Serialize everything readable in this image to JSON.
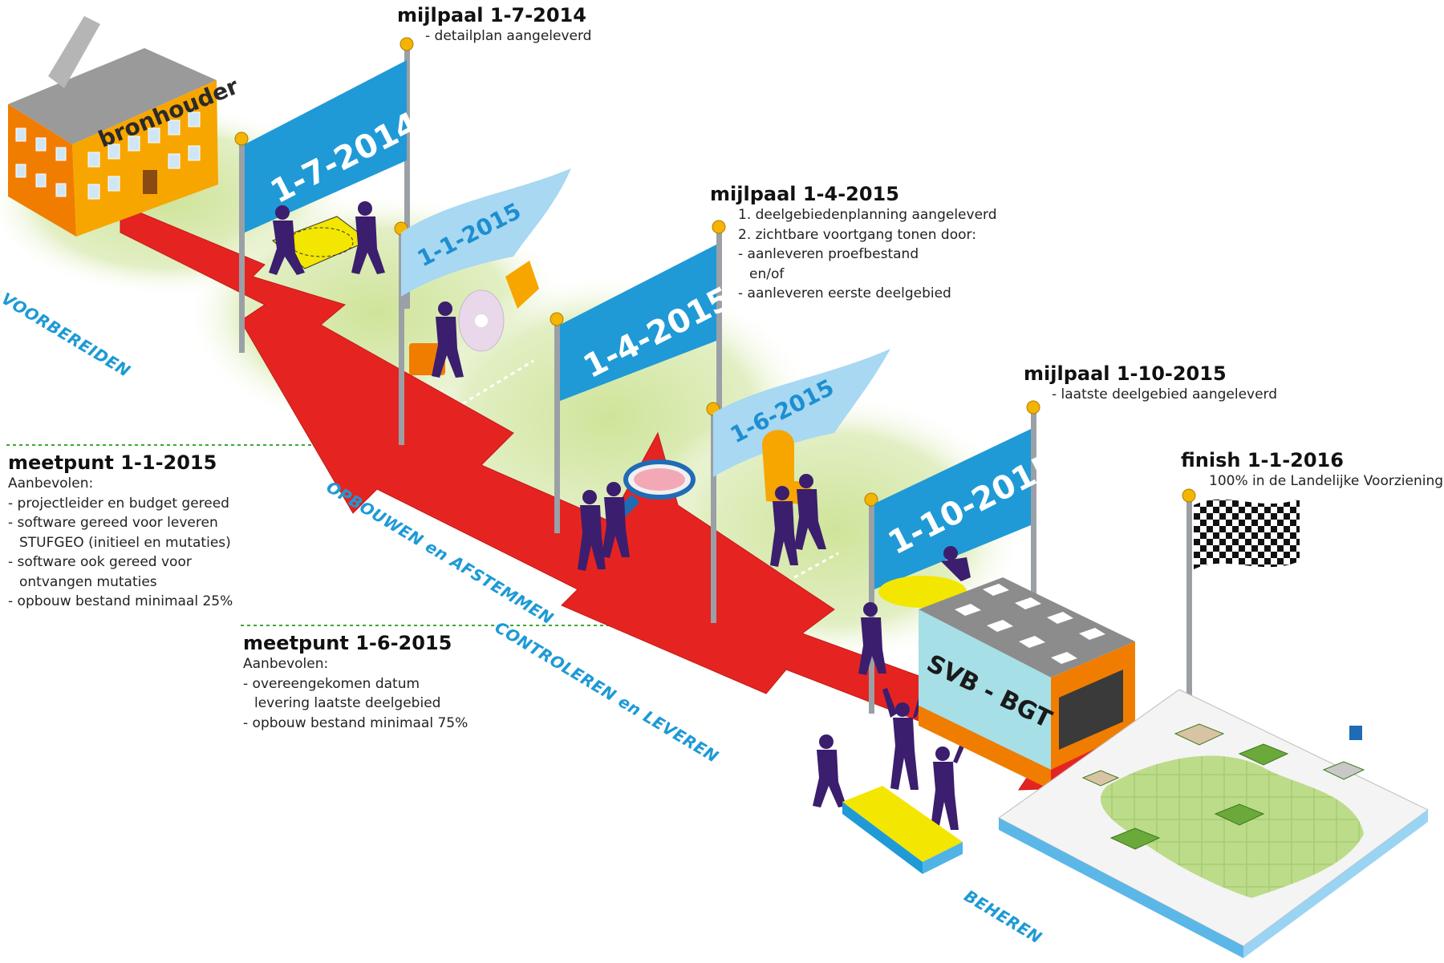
{
  "building": {
    "label": "bronhouder"
  },
  "svb": {
    "label": "SVB - BGT"
  },
  "flags": [
    {
      "label": "1-7-2014"
    },
    {
      "label": "1-1-2015"
    },
    {
      "label": "1-4-2015"
    },
    {
      "label": "1-6-2015"
    },
    {
      "label": "1-10-2015"
    }
  ],
  "phases": {
    "voorbereiden": "VOORBEREIDEN",
    "opbouwen": "OPBOUWEN en AFSTEMMEN",
    "controleren": "CONTROLEREN en LEVEREN",
    "beheren": "BEHEREN"
  },
  "mijlpaal_2014": {
    "title": "mijlpaal 1-7-2014",
    "lines": [
      "- detailplan aangeleverd"
    ]
  },
  "mijlpaal_apr": {
    "title": "mijlpaal 1-4-2015",
    "lines": [
      "1. deelgebiedenplanning aangeleverd",
      "2. zichtbare voortgang tonen door:",
      "- aanleveren proefbestand",
      "en/of",
      "- aanleveren eerste deelgebied"
    ]
  },
  "mijlpaal_okt": {
    "title": "mijlpaal 1-10-2015",
    "lines": [
      "- laatste deelgebied aangeleverd"
    ]
  },
  "finish": {
    "title": "finish 1-1-2016",
    "lines": [
      "100% in de Landelijke Voorziening"
    ]
  },
  "meetpunt_jan": {
    "title": "meetpunt 1-1-2015",
    "lines": [
      "Aanbevolen:",
      "- projectleider en budget gereed",
      "- software gereed voor leveren",
      "STUFGEO (initieel en mutaties)",
      "- software ook gereed voor",
      "ontvangen mutaties",
      "- opbouw bestand minimaal 25%"
    ]
  },
  "meetpunt_jun": {
    "title": "meetpunt 1-6-2015",
    "lines": [
      "Aanbevolen:",
      "- overeengekomen datum",
      "levering laatste deelgebied",
      "- opbouw bestand minimaal 75%"
    ]
  },
  "colors": {
    "arrow": "#e52421",
    "flag_dark": "#1f9ad6",
    "flag_light": "#a8d8f2",
    "ground": "#dcebb5",
    "people": "#3b1e6e"
  }
}
